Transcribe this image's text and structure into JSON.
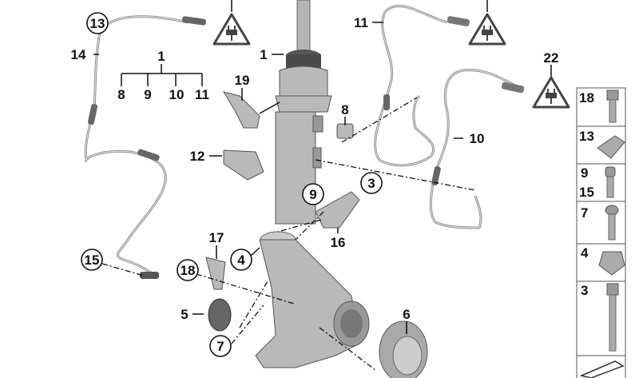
{
  "callouts": {
    "strut_group": "1",
    "strut_group_items": [
      "8",
      "9",
      "10",
      "11"
    ],
    "strut": "1",
    "sensor_left_circled": "13",
    "wire_left": "14",
    "bracket_19": "19",
    "item_8": "8",
    "wire_11": "11",
    "warning_22": "22",
    "wire_10": "10",
    "item_12": "12",
    "circled_9": "9",
    "circled_3": "3",
    "bracket_16": "16",
    "bracket_17": "17",
    "circled_4": "4",
    "circled_18": "18",
    "circled_15": "15",
    "cap_5": "5",
    "hub_6": "6",
    "circled_7": "7"
  },
  "warning_icon": "electrical-plug-warning-triangle",
  "hardware_panel": {
    "rows": [
      {
        "labels": [
          "18"
        ],
        "icon": "hex-bolt-short"
      },
      {
        "labels": [
          "13"
        ],
        "icon": "cable-clip"
      },
      {
        "labels": [
          "9",
          "15"
        ],
        "icon": "socket-head-screw"
      },
      {
        "labels": [
          "7"
        ],
        "icon": "torx-bolt"
      },
      {
        "labels": [
          "4"
        ],
        "icon": "collar-nut"
      },
      {
        "labels": [
          "3"
        ],
        "icon": "hex-bolt-long"
      }
    ],
    "footer_icon": "arrow-next"
  }
}
